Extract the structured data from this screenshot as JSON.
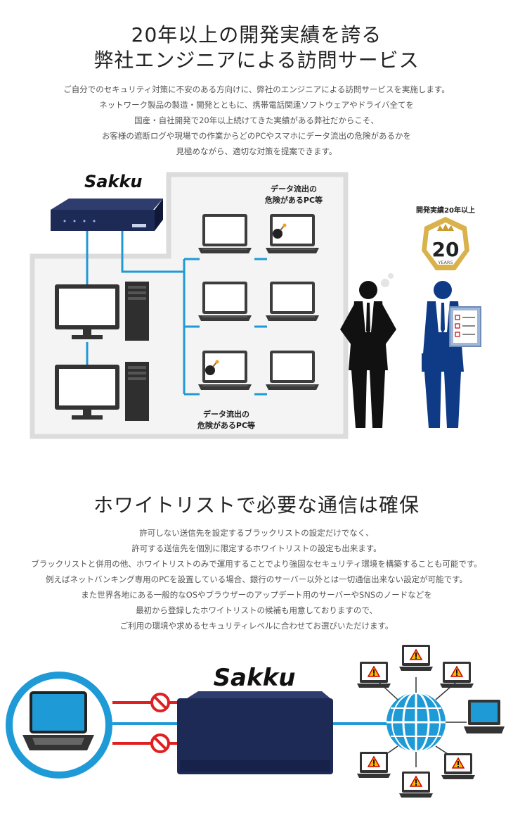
{
  "section1": {
    "title_line1": "20年以上の開発実績を誇る",
    "title_line2": "弊社エンジニアによる訪問サービス",
    "desc": [
      "ご自分でのセキュリティ対策に不安のある方向けに、弊社のエンジニアによる訪問サービスを実施します。",
      "ネットワーク製品の製造・開発とともに、携帯電話関連ソフトウェアやドライバ全てを",
      "国産・自社開発で20年以上続けてきた実績がある弊社だからこそ、",
      "お客様の遮断ログや現場での作業からどのPCやスマホにデータ流出の危険があるかを",
      "見極めながら、適切な対策を提案できます。"
    ],
    "diagram": {
      "brand": "Sakku",
      "label_top_line1": "データ流出の",
      "label_top_line2": "危険があるPC等",
      "label_bottom_line1": "データ流出の",
      "label_bottom_line2": "危険があるPC等",
      "badge_caption": "開発実績20年以上",
      "badge_number": "20",
      "badge_unit": "YEARS"
    }
  },
  "section2": {
    "title": "ホワイトリストで必要な通信は確保",
    "desc": [
      "許可しない送信先を設定するブラックリストの設定だけでなく、",
      "許可する送信先を個別に限定するホワイトリストの設定も出来ます。",
      "ブラックリストと併用の他、ホワイトリストのみで運用することでより強固なセキュリティ環境を構築することも可能です。",
      "例えばネットバンキング専用のPCを設置している場合、銀行のサーバー以外とは一切通信出来ない設定が可能です。",
      "また世界各地にある一般的なOSやブラウザーのアップデート用のサーバーやSNSのノードなどを",
      "最初から登録したホワイトリストの候補も用意しておりますので、",
      "ご利用の環境や求めるセキュリティレベルに合わせてお選びいただけます。"
    ],
    "diagram": {
      "brand": "Sakku"
    }
  },
  "colors": {
    "line_blue": "#1e9ad6",
    "router_navy": "#1d2a55",
    "deny_red": "#e02020",
    "panel_gray": "#f4f4f4",
    "panel_border": "#dcdcdc"
  }
}
